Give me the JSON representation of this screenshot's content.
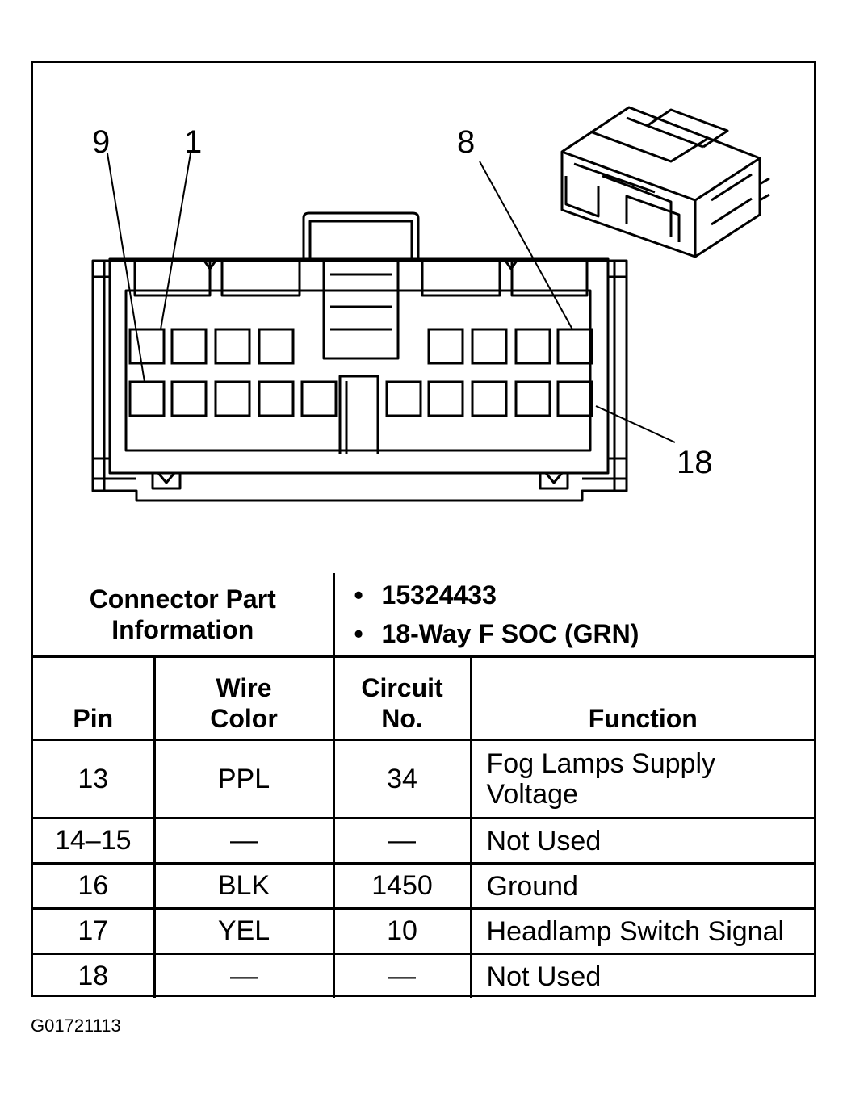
{
  "callouts": {
    "pin9": "9",
    "pin1": "1",
    "pin8": "8",
    "pin18": "18"
  },
  "connector_part": {
    "header": [
      "Connector Part",
      "Information"
    ],
    "items": [
      "15324433",
      "18-Way F SOC (GRN)"
    ],
    "bullet": "•"
  },
  "table": {
    "headers": {
      "pin": "Pin",
      "wire_color": [
        "Wire",
        "Color"
      ],
      "circuit": [
        "Circuit",
        "No."
      ],
      "function": "Function"
    },
    "rows": [
      {
        "pin": "13",
        "wire_color": "PPL",
        "circuit": "34",
        "function": [
          "Fog Lamps Supply",
          "Voltage"
        ]
      },
      {
        "pin": "14–15",
        "wire_color": "—",
        "circuit": "—",
        "function": [
          "Not Used"
        ]
      },
      {
        "pin": "16",
        "wire_color": "BLK",
        "circuit": "1450",
        "function": [
          "Ground"
        ]
      },
      {
        "pin": "17",
        "wire_color": "YEL",
        "circuit": "10",
        "function": [
          "Headlamp Switch Signal"
        ]
      },
      {
        "pin": "18",
        "wire_color": "—",
        "circuit": "—",
        "function": [
          "Not Used"
        ]
      }
    ]
  },
  "figure_id": "G01721113"
}
